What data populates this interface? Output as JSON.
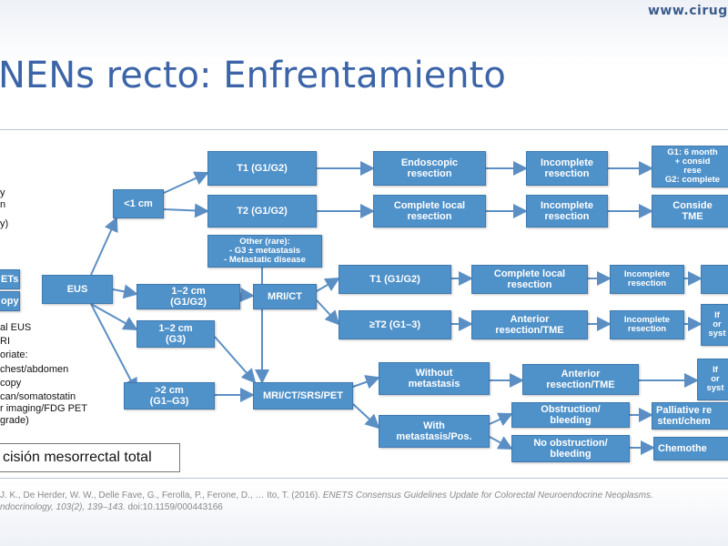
{
  "header": {
    "site": "www.cirugi",
    "title": "NENs recto: Enfrentamiento"
  },
  "left_fragments": [
    "y",
    "n",
    "y)",
    "ETs",
    "opy",
    "al EUS",
    "RI",
    "oriate:",
    "chest/abdomen",
    "copy",
    "can/somatostatin",
    "r imaging/FDG PET",
    "grade)"
  ],
  "boxes": {
    "eus": "EUS",
    "lt1": "<1 cm",
    "t1a": "T1 (G1/G2)",
    "t2a": "T2 (G1/G2)",
    "endo": "Endoscopic\nresection",
    "compl_local_a": "Complete local\nresection",
    "incomp_a": "Incomplete\nresection",
    "incomp_b": "Incomplete\nresection",
    "g1_followup": "G1: 6 month\n+ consid\nrese\nG2: complete",
    "consider_tme": "Conside\nTME",
    "other": "Other (rare):\n- G3 ± metastasis\n- Metastatic disease",
    "r12_g12": "1–2 cm\n(G1/G2)",
    "mri_ct": "MRI/CT",
    "t1b": "T1 (G1/G2)",
    "ge_t2": "≥T2 (G1–3)",
    "compl_local_b": "Complete local\nresection",
    "ant_tme_a": "Anterior\nresection/TME",
    "incomp_c": "Incomplete\nresection",
    "incomp_d": "Incomplete\nresection",
    "frag_r1": "",
    "frag_r2": "If\nor\nsyst",
    "r12_g3": "1–2 cm\n(G3)",
    "gt2": ">2 cm\n(G1–G3)",
    "mri_srs": "MRI/CT/SRS/PET",
    "without_met": "Without\nmetastasis",
    "ant_tme_b": "Anterior\nresection/TME",
    "frag_r3": "If\nor\nsyst",
    "with_met": "With\nmetastasis/Pos.",
    "obstruction": "Obstruction/\nbleeding",
    "no_obstruction": "No obstruction/\nbleeding",
    "palliative": "Palliative re\nstent/chem",
    "chemo": "Chemothe"
  },
  "legend": "cisión mesorrectal total",
  "citation": {
    "line1_plain": "J. K., De Herder, W. W., Delle Fave, G., Ferolla, P., Ferone, D., … Ito, T. (2016). ",
    "line1_italic": "ENETS Consensus Guidelines Update for Colorectal Neuroendocrine Neoplasms.",
    "line2_italic": "ndocrinology, 103(2), 139–143.",
    "line2_plain": "  doi:10.1159/000443166"
  },
  "colors": {
    "box": "#4f91c9",
    "title": "#3c64a8",
    "line": "#5b8fc4"
  }
}
